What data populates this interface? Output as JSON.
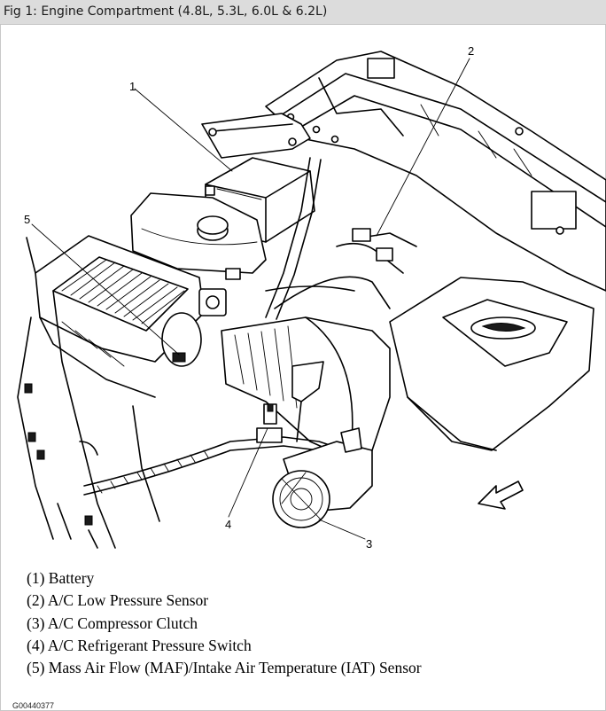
{
  "title": "Fig 1: Engine Compartment (4.8L, 5.3L, 6.0L & 6.2L)",
  "callouts": [
    {
      "number": "1",
      "label": "(1) Battery"
    },
    {
      "number": "2",
      "label": "(2) A/C Low Pressure Sensor"
    },
    {
      "number": "3",
      "label": "(3) A/C Compressor Clutch"
    },
    {
      "number": "4",
      "label": "(4) A/C Refrigerant Pressure Switch"
    },
    {
      "number": "5",
      "label": "(5) Mass Air Flow (MAF)/Intake Air Temperature (IAT) Sensor"
    }
  ],
  "figure_id": "G00440377"
}
